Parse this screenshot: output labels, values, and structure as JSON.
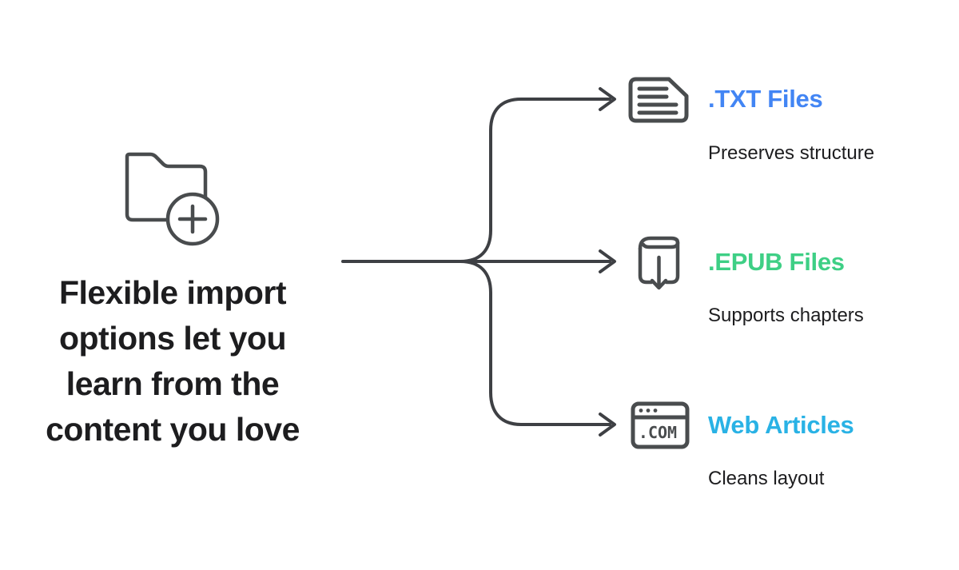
{
  "meta": {
    "kind": "infographic-diagram",
    "background": "#ffffff"
  },
  "colors": {
    "line": "#3e4044",
    "icon": "#494c4e",
    "headline_text": "#1d1d1f",
    "subtitle_text": "#1d1d1f",
    "txt_accent": "#4285f4",
    "epub_accent": "#3ecf85",
    "web_accent": "#29b2e5"
  },
  "headline": {
    "text": "Flexible import options let you learn from the content you love",
    "lines": [
      "Flexible import",
      "options let you",
      "learn from the",
      "content you love"
    ],
    "icon": "folder-plus-icon"
  },
  "items": [
    {
      "title": ".TXT Files",
      "subtitle": "Preserves structure",
      "accent": "#4285f4",
      "icon": "txt-document-icon"
    },
    {
      "title": ".EPUB Files",
      "subtitle": "Supports chapters",
      "accent": "#3ecf85",
      "icon": "epub-book-download-icon"
    },
    {
      "title": "Web Articles",
      "subtitle": "Cleans layout",
      "accent": "#29b2e5",
      "icon": "web-browser-com-icon",
      "icon_label": ".COM"
    }
  ]
}
